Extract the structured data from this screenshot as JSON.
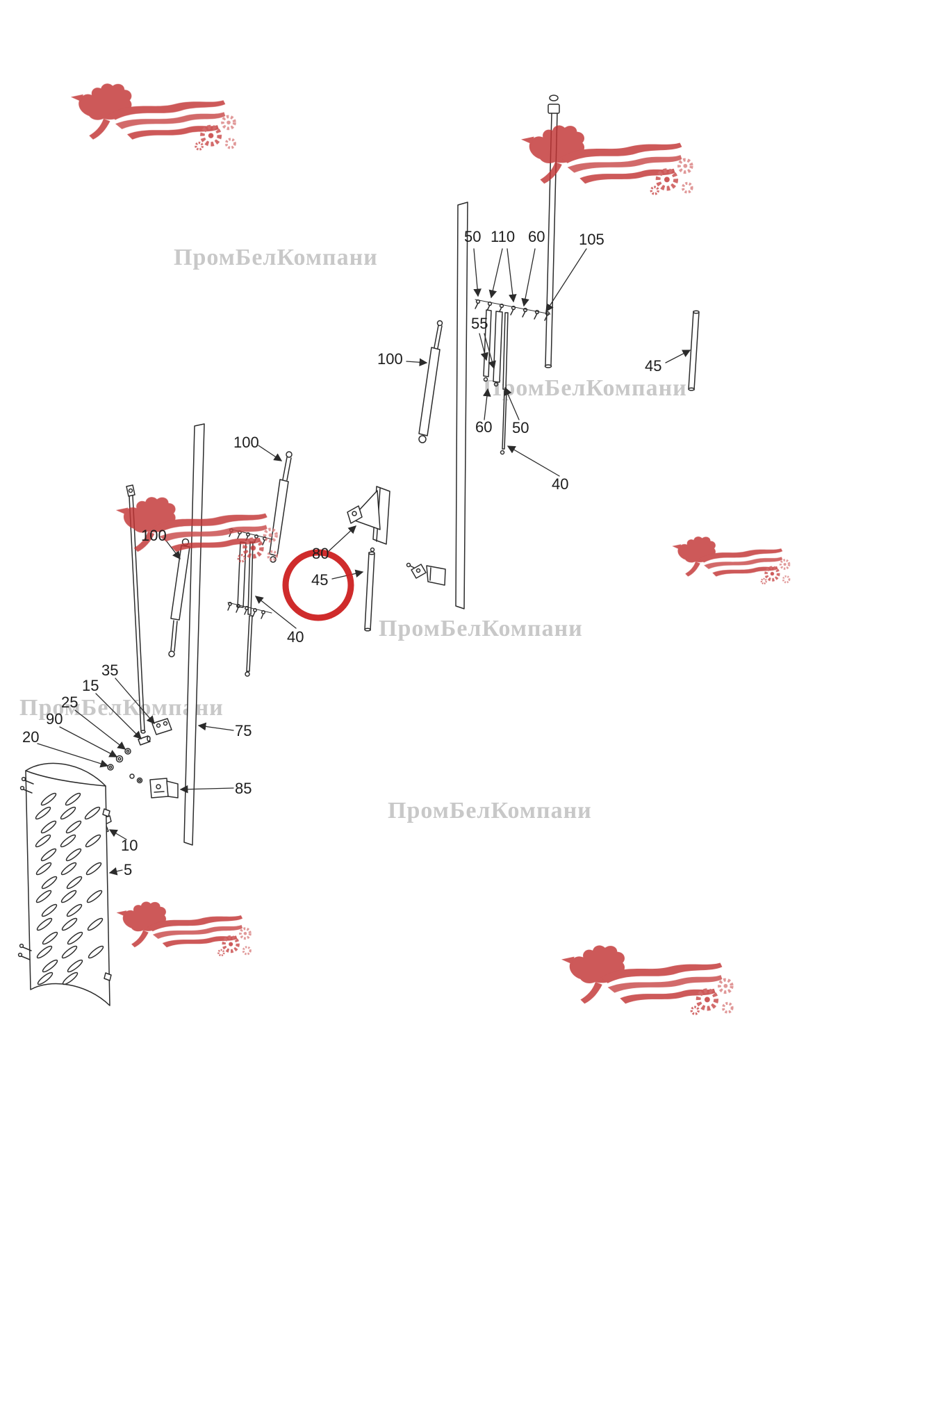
{
  "watermark": {
    "text": "ПромБелКомпани",
    "text_color": "#c8c8c8",
    "logo_color": "#c23535"
  },
  "highlight": {
    "part_number": "45",
    "shape": "circle",
    "color": "#cc2020"
  },
  "diagram": {
    "type": "exploded-parts-drawing",
    "labels": [
      {
        "id": "label-50-top",
        "text": "50"
      },
      {
        "id": "label-110-top",
        "text": "110"
      },
      {
        "id": "label-60-top",
        "text": "60"
      },
      {
        "id": "label-105",
        "text": "105"
      },
      {
        "id": "label-55",
        "text": "55"
      },
      {
        "id": "label-100-right",
        "text": "100"
      },
      {
        "id": "label-45-right",
        "text": "45"
      },
      {
        "id": "label-60-mid",
        "text": "60"
      },
      {
        "id": "label-50-mid",
        "text": "50"
      },
      {
        "id": "label-40-right",
        "text": "40"
      },
      {
        "id": "label-100-center",
        "text": "100"
      },
      {
        "id": "label-100-left",
        "text": "100"
      },
      {
        "id": "label-80",
        "text": "80"
      },
      {
        "id": "label-45-highlight",
        "text": "45"
      },
      {
        "id": "label-40-center",
        "text": "40"
      },
      {
        "id": "label-35",
        "text": "35"
      },
      {
        "id": "label-15",
        "text": "15"
      },
      {
        "id": "label-25",
        "text": "25"
      },
      {
        "id": "label-90",
        "text": "90"
      },
      {
        "id": "label-20",
        "text": "20"
      },
      {
        "id": "label-75",
        "text": "75"
      },
      {
        "id": "label-85",
        "text": "85"
      },
      {
        "id": "label-10",
        "text": "10"
      },
      {
        "id": "label-5",
        "text": "5"
      }
    ]
  }
}
